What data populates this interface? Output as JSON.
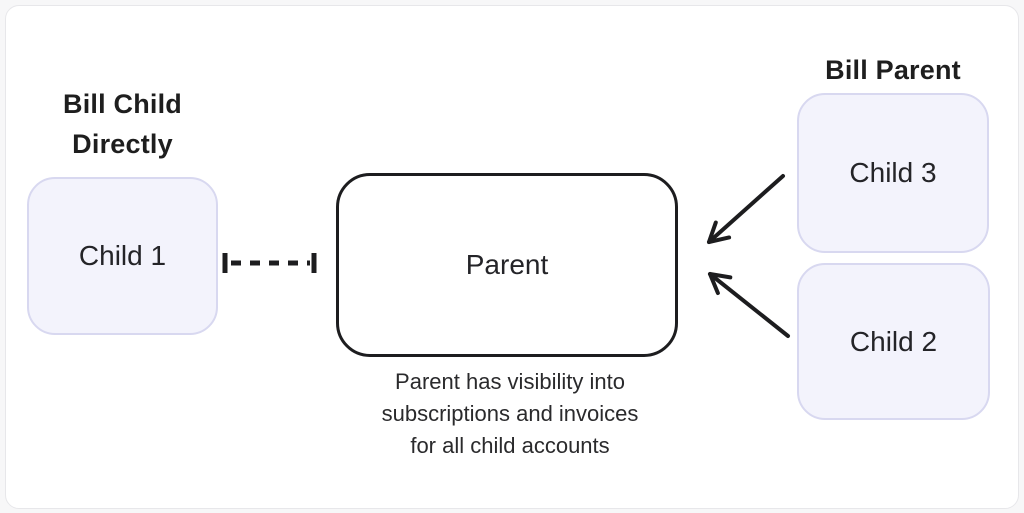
{
  "headings": {
    "bill_child_directly": "Bill Child Directly",
    "bill_parent": "Bill Parent"
  },
  "nodes": {
    "child1": {
      "label": "Child 1"
    },
    "parent": {
      "label": "Parent"
    },
    "child3": {
      "label": "Child 3"
    },
    "child2": {
      "label": "Child 2"
    }
  },
  "caption": {
    "line1": "Parent has visibility into",
    "line2": "subscriptions and invoices",
    "line3": "for all child accounts"
  },
  "colors": {
    "page_background": "#f7f7f8",
    "card_background": "#ffffff",
    "card_border": "#e7e7ea",
    "child_box_fill": "#f3f3fc",
    "child_box_border": "#d8d8f0",
    "parent_box_border": "#1d1d1f",
    "connector_stroke": "#1d1d1f",
    "text": "#212121"
  }
}
